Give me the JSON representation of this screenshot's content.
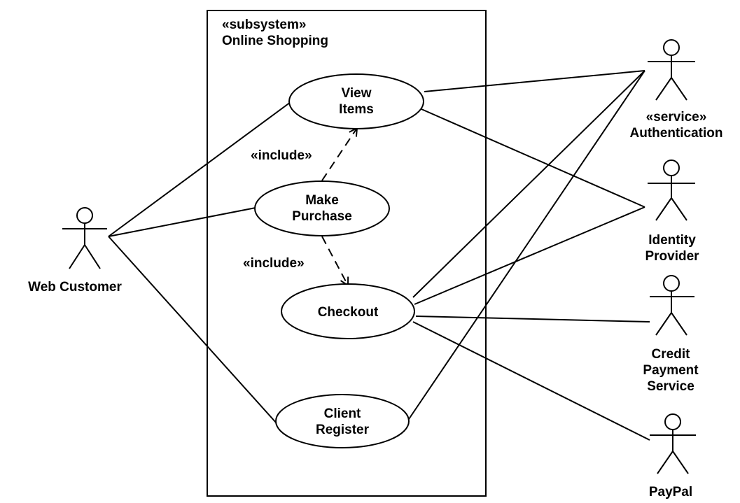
{
  "subsystem": {
    "stereotype": "«subsystem»",
    "name": "Online Shopping"
  },
  "use_cases": {
    "view_items": [
      "View",
      "Items"
    ],
    "make_purchase": [
      "Make",
      "Purchase"
    ],
    "checkout": [
      "Checkout"
    ],
    "client_register": [
      "Client",
      "Register"
    ]
  },
  "include_label": "«include»",
  "actors": {
    "web_customer": [
      "Web Customer"
    ],
    "authentication": [
      "«service»",
      "Authentication"
    ],
    "identity_provider": [
      "Identity",
      "Provider"
    ],
    "credit_payment": [
      "Credit",
      "Payment",
      "Service"
    ],
    "paypal": [
      "PayPal"
    ]
  }
}
